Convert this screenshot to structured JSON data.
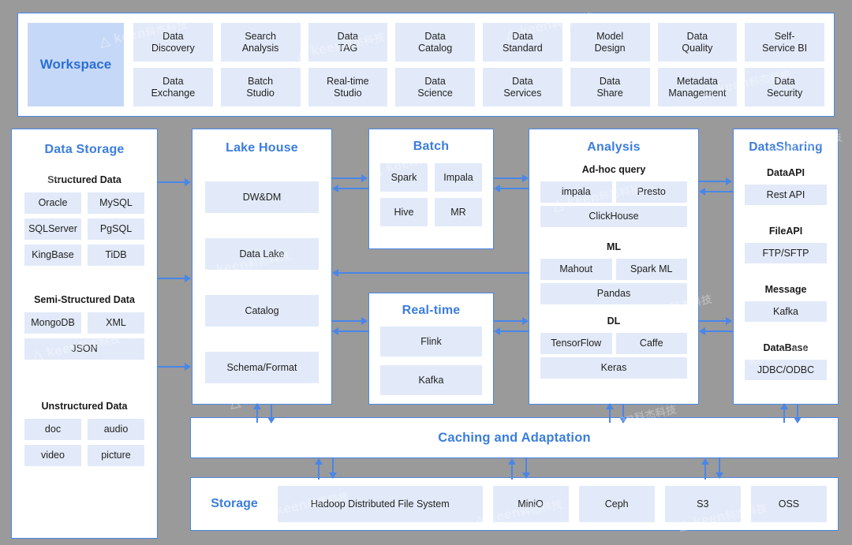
{
  "workspace": {
    "label": "Workspace",
    "items": [
      "Data\nDiscovery",
      "Search\nAnalysis",
      "Data\nTAG",
      "Data\nCatalog",
      "Data\nStandard",
      "Model\nDesign",
      "Data\nQuality",
      "Self-\nService BI",
      "Data\nExchange",
      "Batch\nStudio",
      "Real-time\nStudio",
      "Data\nScience",
      "Data\nServices",
      "Data\nShare",
      "Metadata\nManagement",
      "Data\nSecurity"
    ]
  },
  "data_storage": {
    "title": "Data Storage",
    "sections": [
      {
        "title": "Structured Data",
        "items": [
          "Oracle",
          "MySQL",
          "SQLServer",
          "PgSQL",
          "KingBase",
          "TiDB"
        ]
      },
      {
        "title": "Semi-Structured Data",
        "items": [
          "MongoDB",
          "XML"
        ],
        "full": [
          "JSON"
        ]
      },
      {
        "title": "Unstructured Data",
        "items": [
          "doc",
          "audio",
          "video",
          "picture"
        ]
      }
    ]
  },
  "lake_house": {
    "title": "Lake House",
    "items": [
      "DW&DM",
      "Data Lake",
      "Catalog",
      "Schema/Format"
    ]
  },
  "batch": {
    "title": "Batch",
    "items": [
      "Spark",
      "Impala",
      "Hive",
      "MR"
    ]
  },
  "realtime": {
    "title": "Real-time",
    "items": [
      "Flink",
      "Kafka"
    ]
  },
  "analysis": {
    "title": "Analysis",
    "sections": [
      {
        "title": "Ad-hoc query",
        "pairs": [
          "impala",
          "Presto"
        ],
        "full": "ClickHouse"
      },
      {
        "title": "ML",
        "pairs": [
          "Mahout",
          "Spark ML"
        ],
        "full": "Pandas"
      },
      {
        "title": "DL",
        "pairs": [
          "TensorFlow",
          "Caffe"
        ],
        "full": "Keras"
      }
    ]
  },
  "datasharing": {
    "title": "DataSharing",
    "sections": [
      {
        "title": "DataAPI",
        "item": "Rest API"
      },
      {
        "title": "FileAPI",
        "item": "FTP/SFTP"
      },
      {
        "title": "Message",
        "item": "Kafka"
      },
      {
        "title": "DataBase",
        "item": "JDBC/ODBC"
      }
    ]
  },
  "caching": {
    "title": "Caching and Adaptation"
  },
  "storage_layer": {
    "label": "Storage",
    "items": [
      "Hadoop Distributed File System",
      "MiniO",
      "Ceph",
      "S3",
      "OSS"
    ]
  },
  "watermark": {
    "text": "keen",
    "suffix": "科杰科技"
  },
  "colors": {
    "accent": "#3b7ddd",
    "chip": "#e2eaf9",
    "border": "#4a86e8",
    "bg": "#9a9a9a"
  }
}
